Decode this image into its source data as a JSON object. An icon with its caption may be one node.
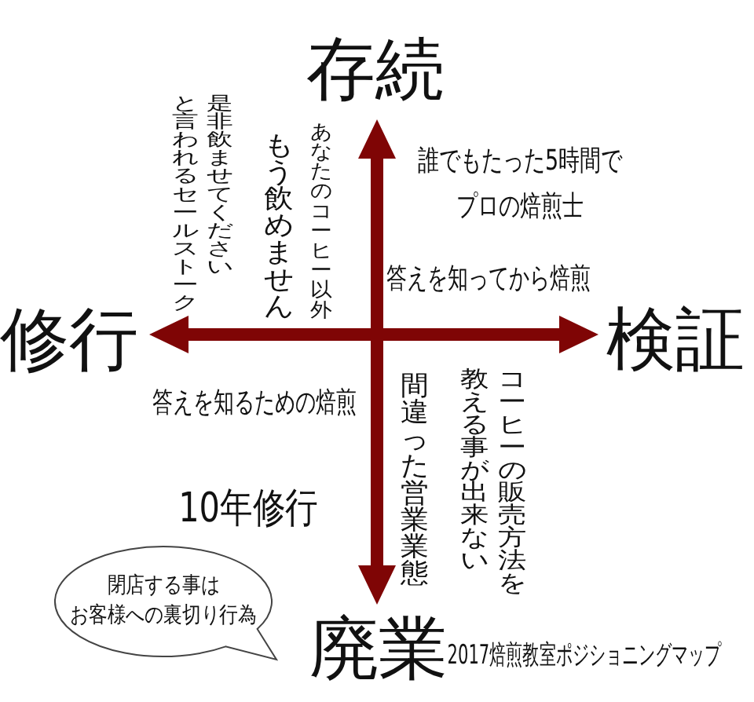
{
  "diagram": {
    "caption": "2017焙煎教室ポジショニングマップ",
    "nodes": [
      {
        "text": [
          "閉店する事はお客様への裏切り行為"
        ]
      }
    ],
    "labels": [
      "存続",
      "是非飲ませてくださいと言われるセールストーク",
      "あなたのコーヒー以外もう飲めません",
      "誰でもたった5時間でプロの焙煎士",
      "答えを知ってから焙煎",
      "修行",
      "検証",
      "答えを知るための焙煎",
      "間違った営業業態",
      "コーヒーの販売方法を教える事が出来ない",
      "10年修行",
      "廃業"
    ]
  }
}
